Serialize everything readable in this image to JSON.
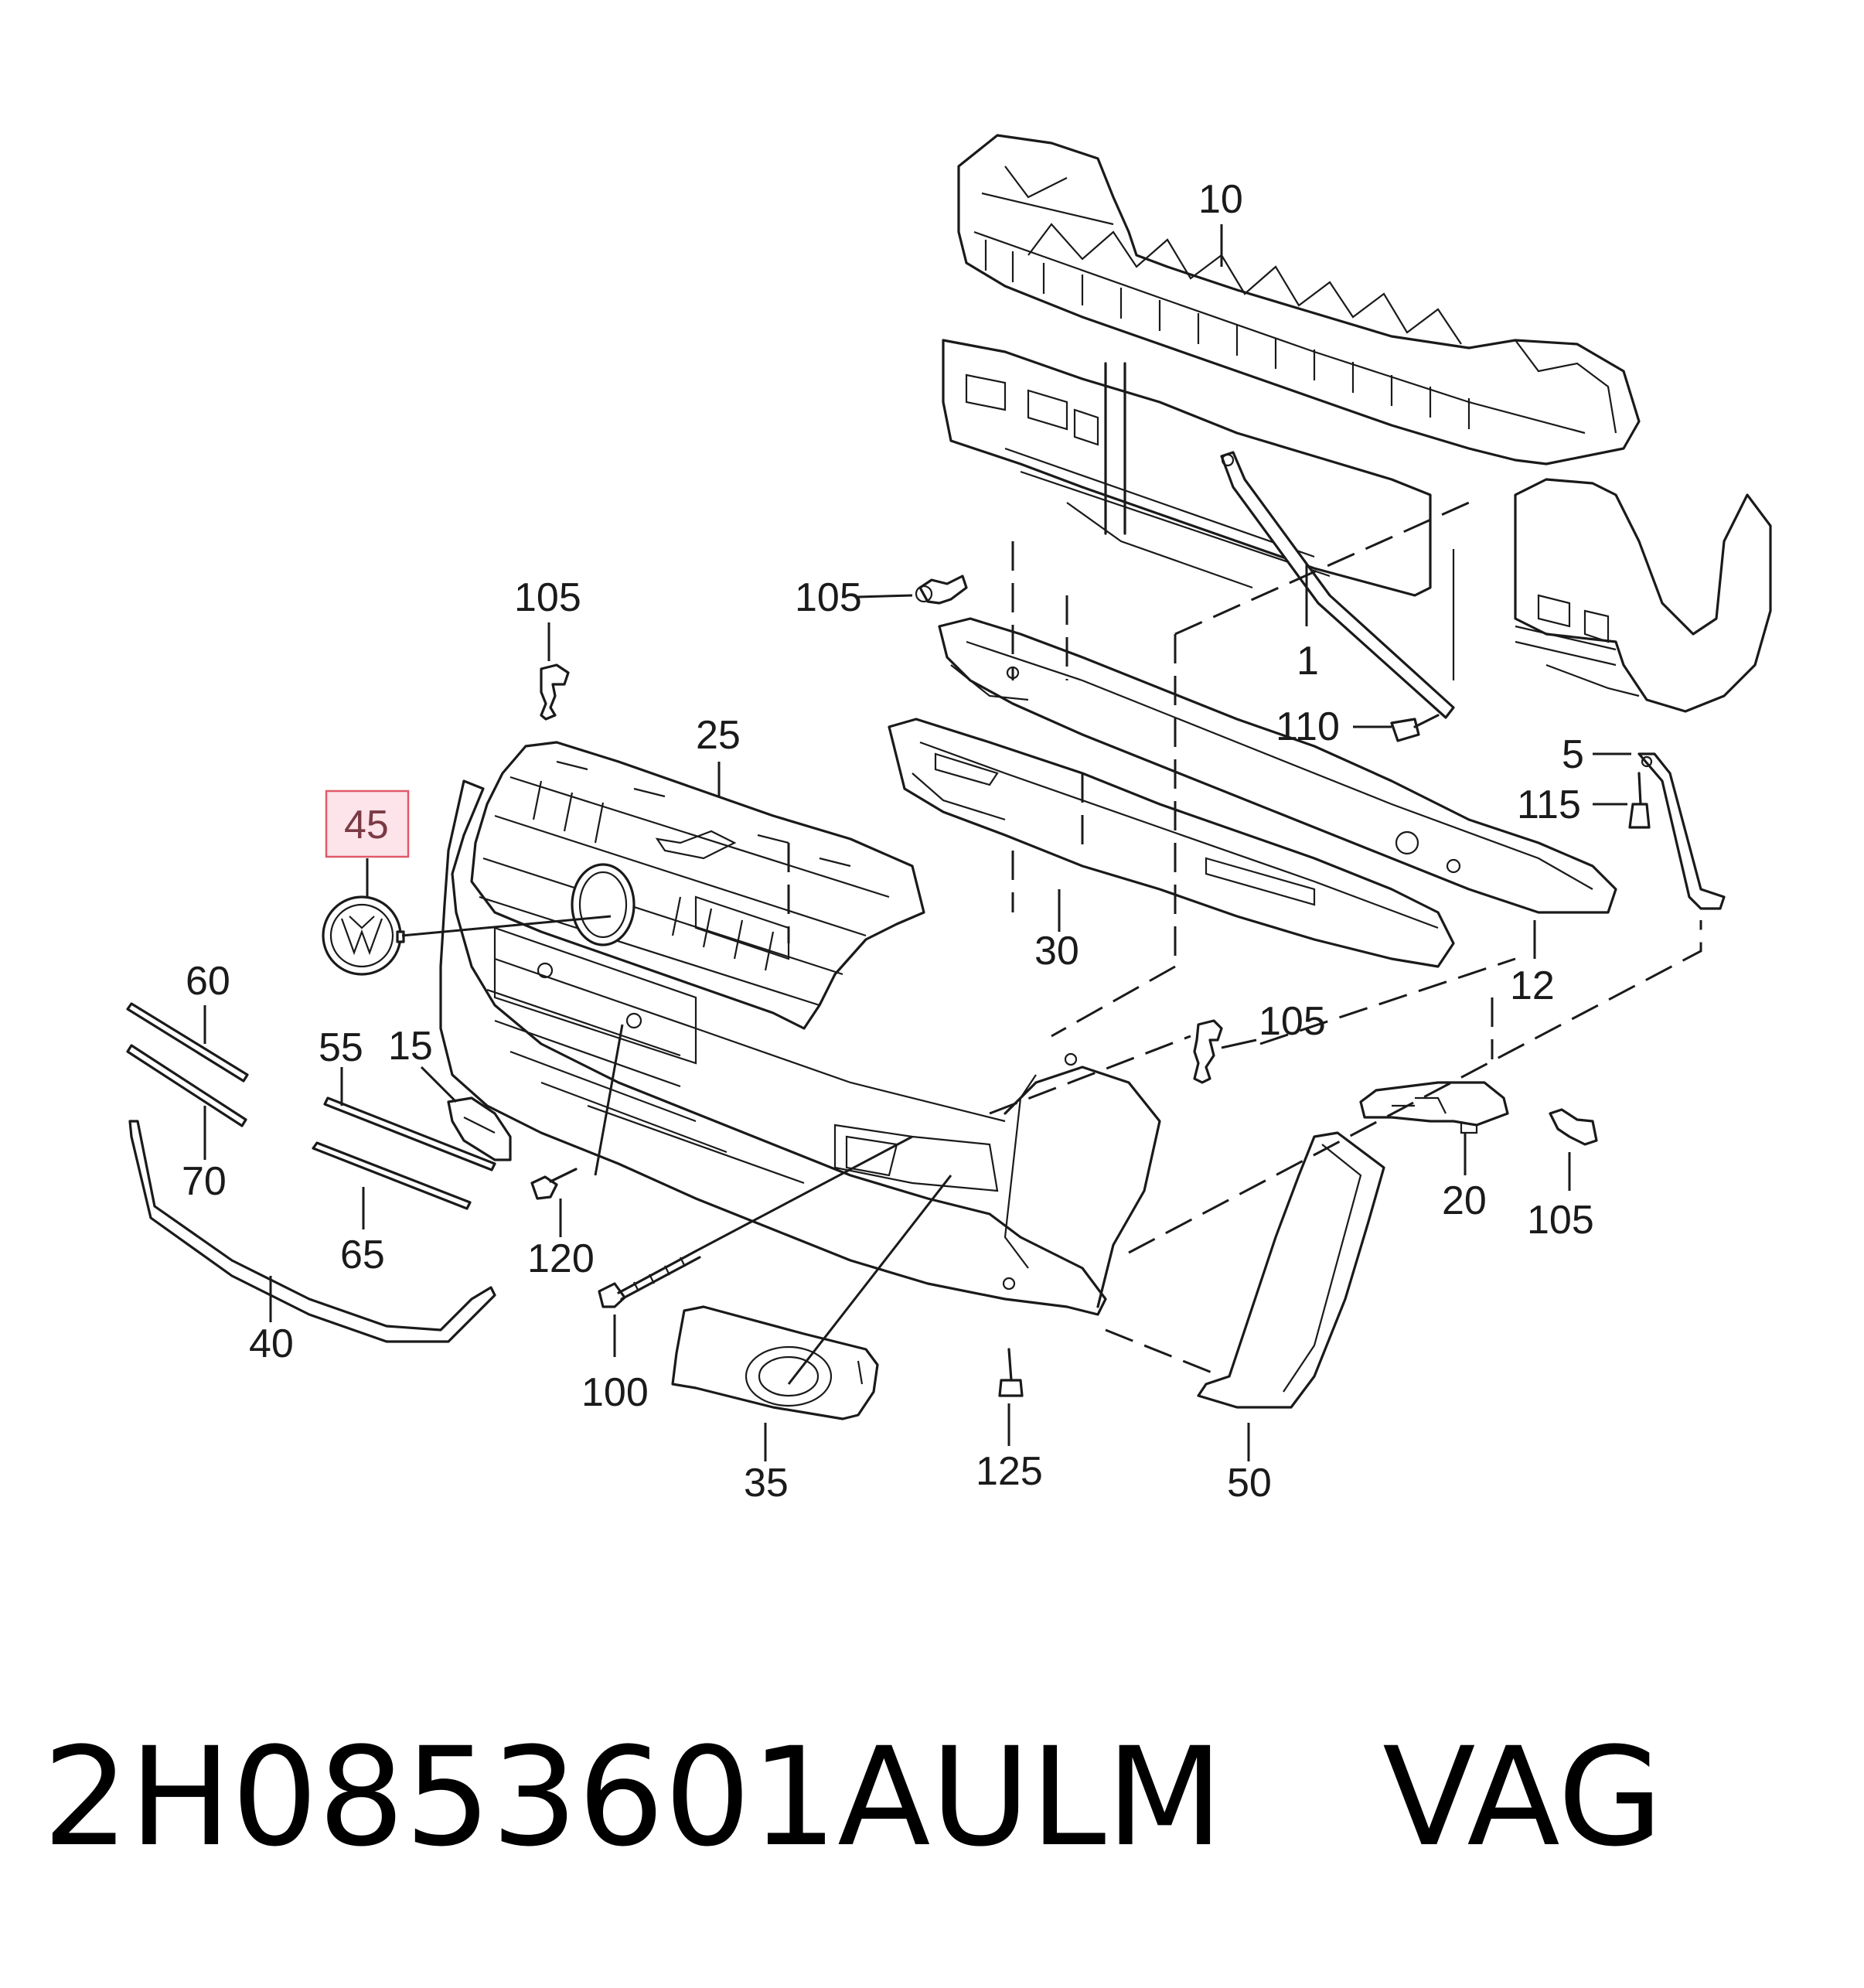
{
  "diagram": {
    "part_labels": {
      "p1": "1",
      "p5": "5",
      "p10": "10",
      "p12": "12",
      "p15": "15",
      "p20": "20",
      "p25": "25",
      "p30": "30",
      "p35": "35",
      "p40": "40",
      "p45": "45",
      "p50": "50",
      "p55": "55",
      "p60": "60",
      "p65": "65",
      "p70": "70",
      "p100": "100",
      "p105a": "105",
      "p105b": "105",
      "p105c": "105",
      "p105d": "105",
      "p110": "110",
      "p115": "115",
      "p120": "120",
      "p125": "125"
    },
    "highlighted_part": "45",
    "highlight_fill": "#fde3ea",
    "highlight_stroke": "#e05a6a",
    "highlight_text_color": "#7a3a44"
  },
  "caption": {
    "part_number": "2H0853601AULM",
    "brand": "VAG"
  }
}
